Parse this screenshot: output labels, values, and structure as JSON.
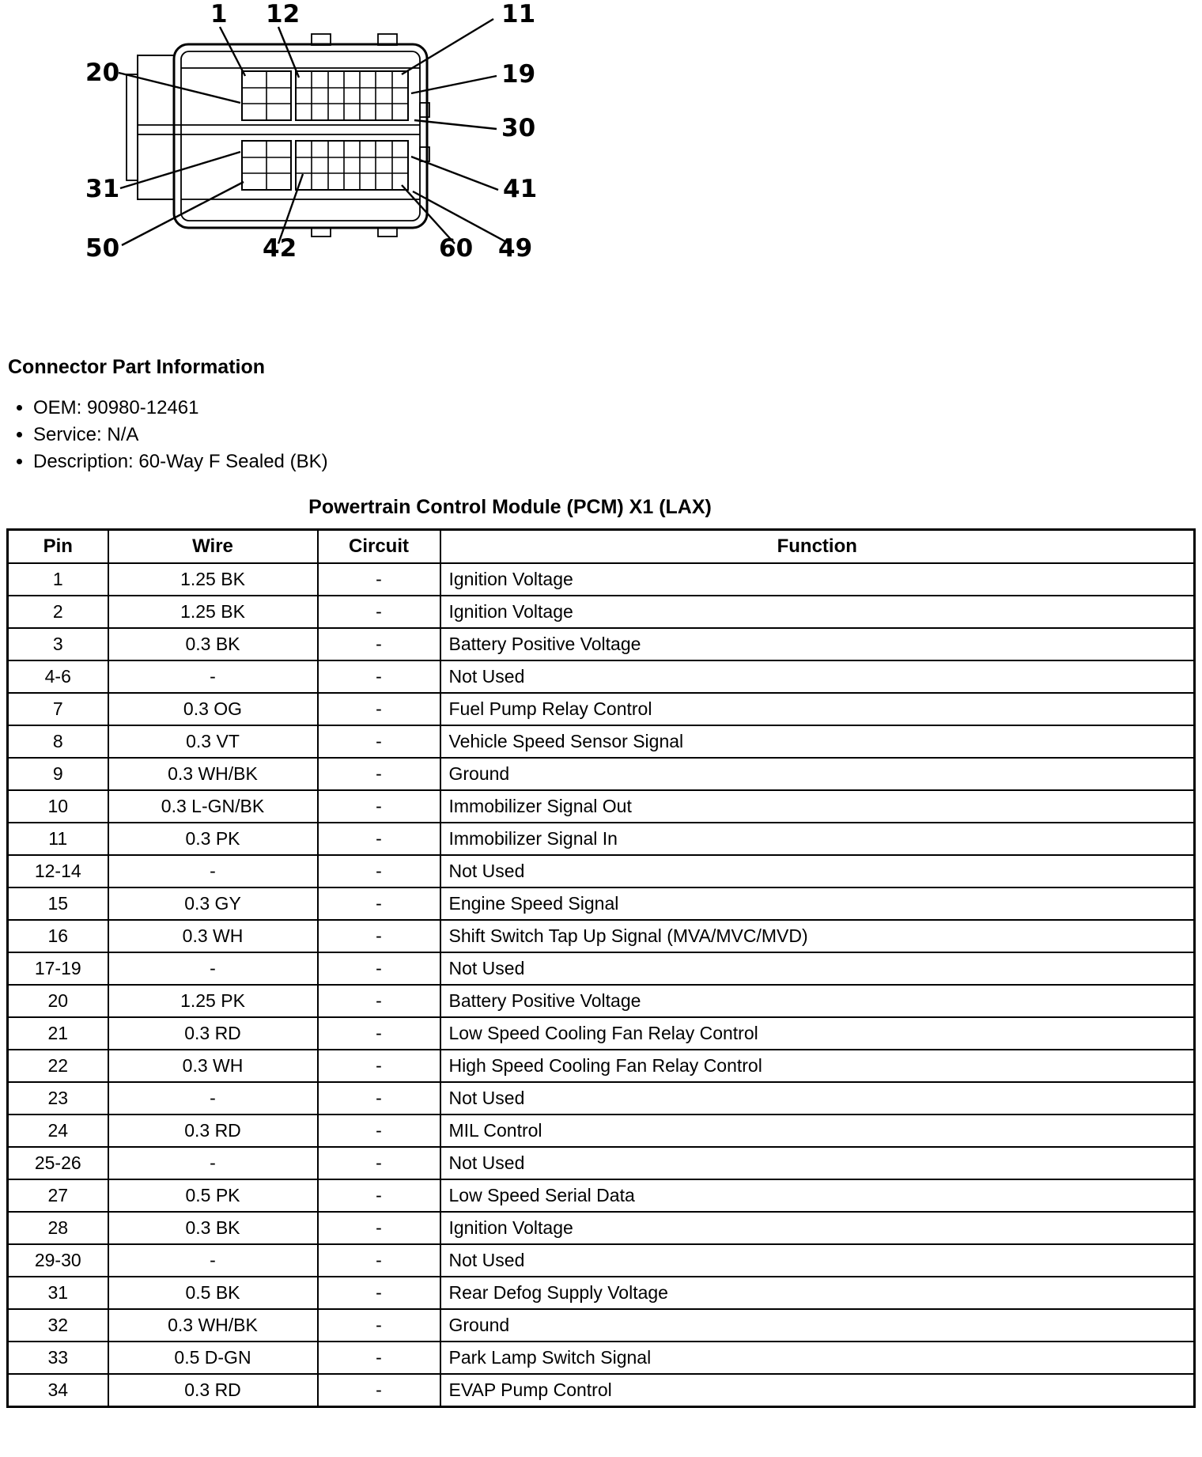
{
  "diagram": {
    "callouts": [
      "1",
      "12",
      "11",
      "20",
      "19",
      "30",
      "31",
      "41",
      "50",
      "42",
      "60",
      "49"
    ]
  },
  "part_info": {
    "heading": "Connector Part Information",
    "items": [
      "OEM: 90980-12461",
      "Service: N/A",
      "Description: 60-Way F Sealed (BK)"
    ]
  },
  "table": {
    "title": "Powertrain Control Module (PCM) X1 (LAX)",
    "headers": [
      "Pin",
      "Wire",
      "Circuit",
      "Function"
    ],
    "rows": [
      [
        "1",
        "1.25 BK",
        "-",
        "Ignition Voltage"
      ],
      [
        "2",
        "1.25 BK",
        "-",
        "Ignition Voltage"
      ],
      [
        "3",
        "0.3 BK",
        "-",
        "Battery Positive Voltage"
      ],
      [
        "4-6",
        "-",
        "-",
        "Not Used"
      ],
      [
        "7",
        "0.3 OG",
        "-",
        "Fuel Pump Relay Control"
      ],
      [
        "8",
        "0.3 VT",
        "-",
        "Vehicle Speed Sensor Signal"
      ],
      [
        "9",
        "0.3 WH/BK",
        "-",
        "Ground"
      ],
      [
        "10",
        "0.3 L-GN/BK",
        "-",
        "Immobilizer Signal Out"
      ],
      [
        "11",
        "0.3 PK",
        "-",
        "Immobilizer Signal In"
      ],
      [
        "12-14",
        "-",
        "-",
        "Not Used"
      ],
      [
        "15",
        "0.3 GY",
        "-",
        "Engine Speed Signal"
      ],
      [
        "16",
        "0.3 WH",
        "-",
        "Shift Switch Tap Up Signal (MVA/MVC/MVD)"
      ],
      [
        "17-19",
        "-",
        "-",
        "Not Used"
      ],
      [
        "20",
        "1.25 PK",
        "-",
        "Battery Positive Voltage"
      ],
      [
        "21",
        "0.3 RD",
        "-",
        "Low Speed Cooling Fan Relay Control"
      ],
      [
        "22",
        "0.3 WH",
        "-",
        "High Speed Cooling Fan Relay Control"
      ],
      [
        "23",
        "-",
        "-",
        "Not Used"
      ],
      [
        "24",
        "0.3 RD",
        "-",
        "MIL Control"
      ],
      [
        "25-26",
        "-",
        "-",
        "Not Used"
      ],
      [
        "27",
        "0.5 PK",
        "-",
        "Low Speed Serial Data"
      ],
      [
        "28",
        "0.3 BK",
        "-",
        "Ignition Voltage"
      ],
      [
        "29-30",
        "-",
        "-",
        "Not Used"
      ],
      [
        "31",
        "0.5 BK",
        "-",
        "Rear Defog Supply Voltage"
      ],
      [
        "32",
        "0.3 WH/BK",
        "-",
        "Ground"
      ],
      [
        "33",
        "0.5 D-GN",
        "-",
        "Park Lamp Switch Signal"
      ],
      [
        "34",
        "0.3 RD",
        "-",
        "EVAP Pump Control"
      ]
    ]
  }
}
